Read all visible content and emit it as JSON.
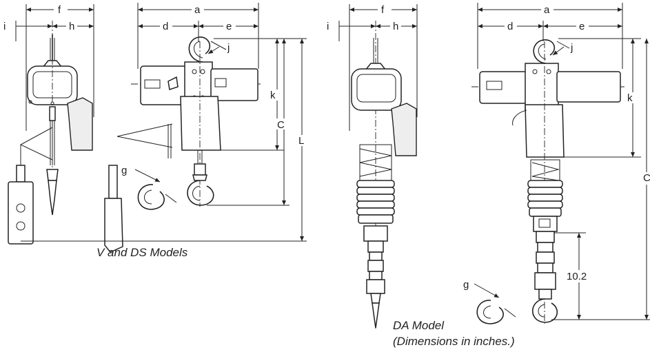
{
  "dimensions": {
    "a": "a",
    "c": "C",
    "d": "d",
    "e": "e",
    "f": "f",
    "g": "g",
    "h": "h",
    "i": "i",
    "j": "j",
    "k": "k",
    "l": "L",
    "da_hook_height": "10.2"
  },
  "captions": {
    "v_ds": "V and DS Models",
    "da_model": "DA Model",
    "units_note": "(Dimensions in inches.)"
  }
}
